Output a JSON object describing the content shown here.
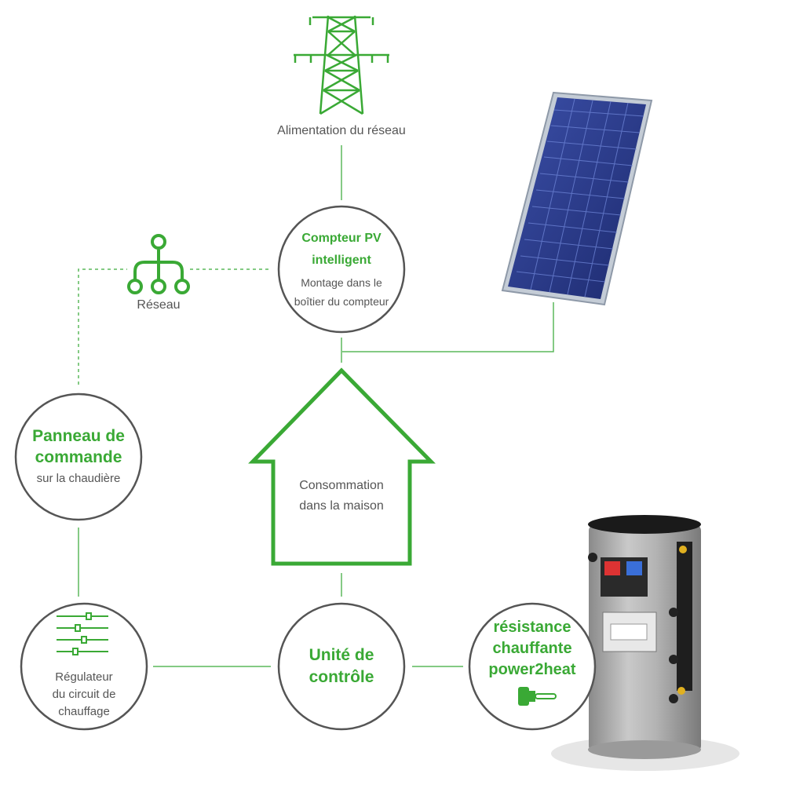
{
  "colors": {
    "accent": "#3aa935",
    "line": "#5cb85c",
    "circle_stroke": "#555555",
    "text": "#555555"
  },
  "nodes": {
    "grid_supply": {
      "label": "Alimentation du réseau",
      "icon": "power-pylon-icon"
    },
    "smart_meter": {
      "title_line1": "Compteur PV",
      "title_line2": "intelligent",
      "sub_line1": "Montage dans le",
      "sub_line2": "boîtier du compteur"
    },
    "network": {
      "label": "Réseau",
      "icon": "network-hub-icon"
    },
    "control_panel": {
      "title_line1": "Panneau de",
      "title_line2": "commande",
      "sub_line1": "sur la chaudière"
    },
    "house": {
      "line1": "Consommation",
      "line2": "dans la maison",
      "icon": "house-outline-icon"
    },
    "heating_regulator": {
      "line1": "Régulateur",
      "line2": "du circuit de",
      "line3": "chauffage",
      "icon": "sliders-icon"
    },
    "control_unit": {
      "title_line1": "Unité de",
      "title_line2": "contrôle"
    },
    "heater": {
      "title_line1": "résistance",
      "title_line2": "chauffante",
      "title_line3": "power2heat",
      "icon": "heating-element-icon"
    },
    "solar_panel": {
      "icon": "solar-panel-icon"
    },
    "storage_tank": {
      "icon": "storage-tank-icon"
    }
  }
}
